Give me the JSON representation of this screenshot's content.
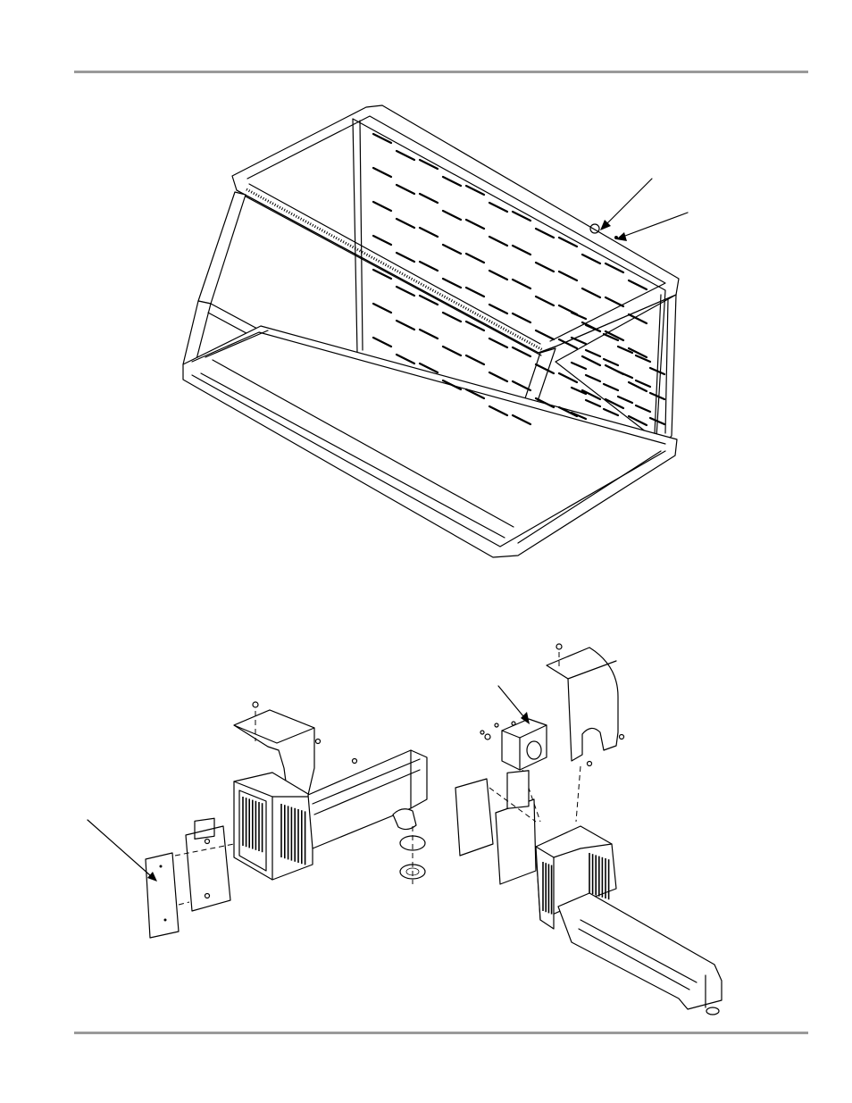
{
  "page": {
    "rule_color": "#9a9a9a",
    "line_color": "#000000",
    "background": "#ffffff"
  },
  "figures": {
    "cabinet": {
      "icon": "display-cabinet-frame-drawing",
      "callouts": 2
    },
    "heater_left": {
      "icon": "exploded-heater-assembly-drawing",
      "callouts": 1
    },
    "heater_right": {
      "icon": "exploded-heater-assembly-drawing",
      "callouts": 1
    }
  }
}
